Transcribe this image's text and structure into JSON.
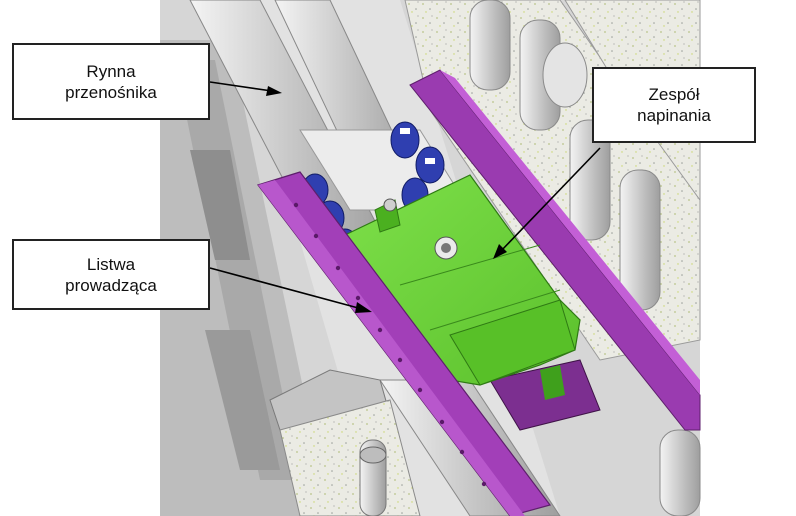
{
  "labels": {
    "conveyor_trough": {
      "line1": "Rynna",
      "line2": "przenośnika"
    },
    "tensioning_unit": {
      "line1": "Zespół",
      "line2": "napinania"
    },
    "guide_strip": {
      "line1": "Listwa",
      "line2": "prowadząca"
    }
  },
  "colors": {
    "guide_strip": "#a23fb8",
    "tensioning_unit": "#6cd23c",
    "chain": "#2f3fb0",
    "machine_body": "#d4d4d4",
    "speckled_panel": "#e8e8e0"
  }
}
